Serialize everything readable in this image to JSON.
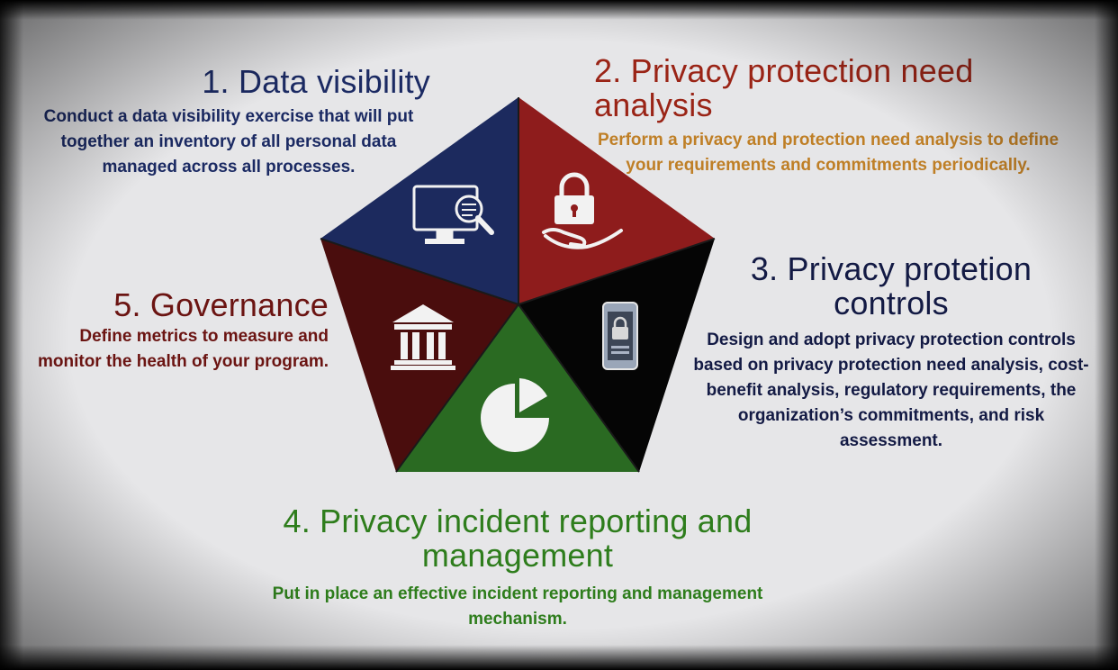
{
  "steps": [
    {
      "title": "1. Data visibility",
      "description": "Conduct a data visibility exercise that will put together an inventory of all personal data managed across all processes.",
      "color": "#1b2a63",
      "icon": "computer-search-icon"
    },
    {
      "title": "2. Privacy protection need analysis",
      "description": "Perform a privacy and protection need analysis to define your requirements and commitments periodically.",
      "color": "#9a2416",
      "icon": "hand-lock-icon"
    },
    {
      "title": "3. Privacy protetion controls",
      "description": "Design and adopt privacy protection controls based on privacy protection need analysis, cost-benefit analysis, regulatory requirements, the organization’s commitments, and risk assessment.",
      "color": "#131a44",
      "icon": "smartphone-lock-icon"
    },
    {
      "title": "4. Privacy incident reporting and management",
      "description": "Put in place an effective incident reporting and management mechanism.",
      "color": "#2e7d1c",
      "icon": "pie-chart-icon"
    },
    {
      "title": "5. Governance",
      "description": "Define metrics to measure and monitor the health of your program.",
      "color": "#6b1412",
      "icon": "institution-building-icon"
    }
  ],
  "pentagon_colors": {
    "segment1": "#1c2a5e",
    "segment2": "#8e1c1c",
    "segment3": "#050505",
    "segment4": "#2a6a22",
    "segment5": "#4a0d0d"
  }
}
